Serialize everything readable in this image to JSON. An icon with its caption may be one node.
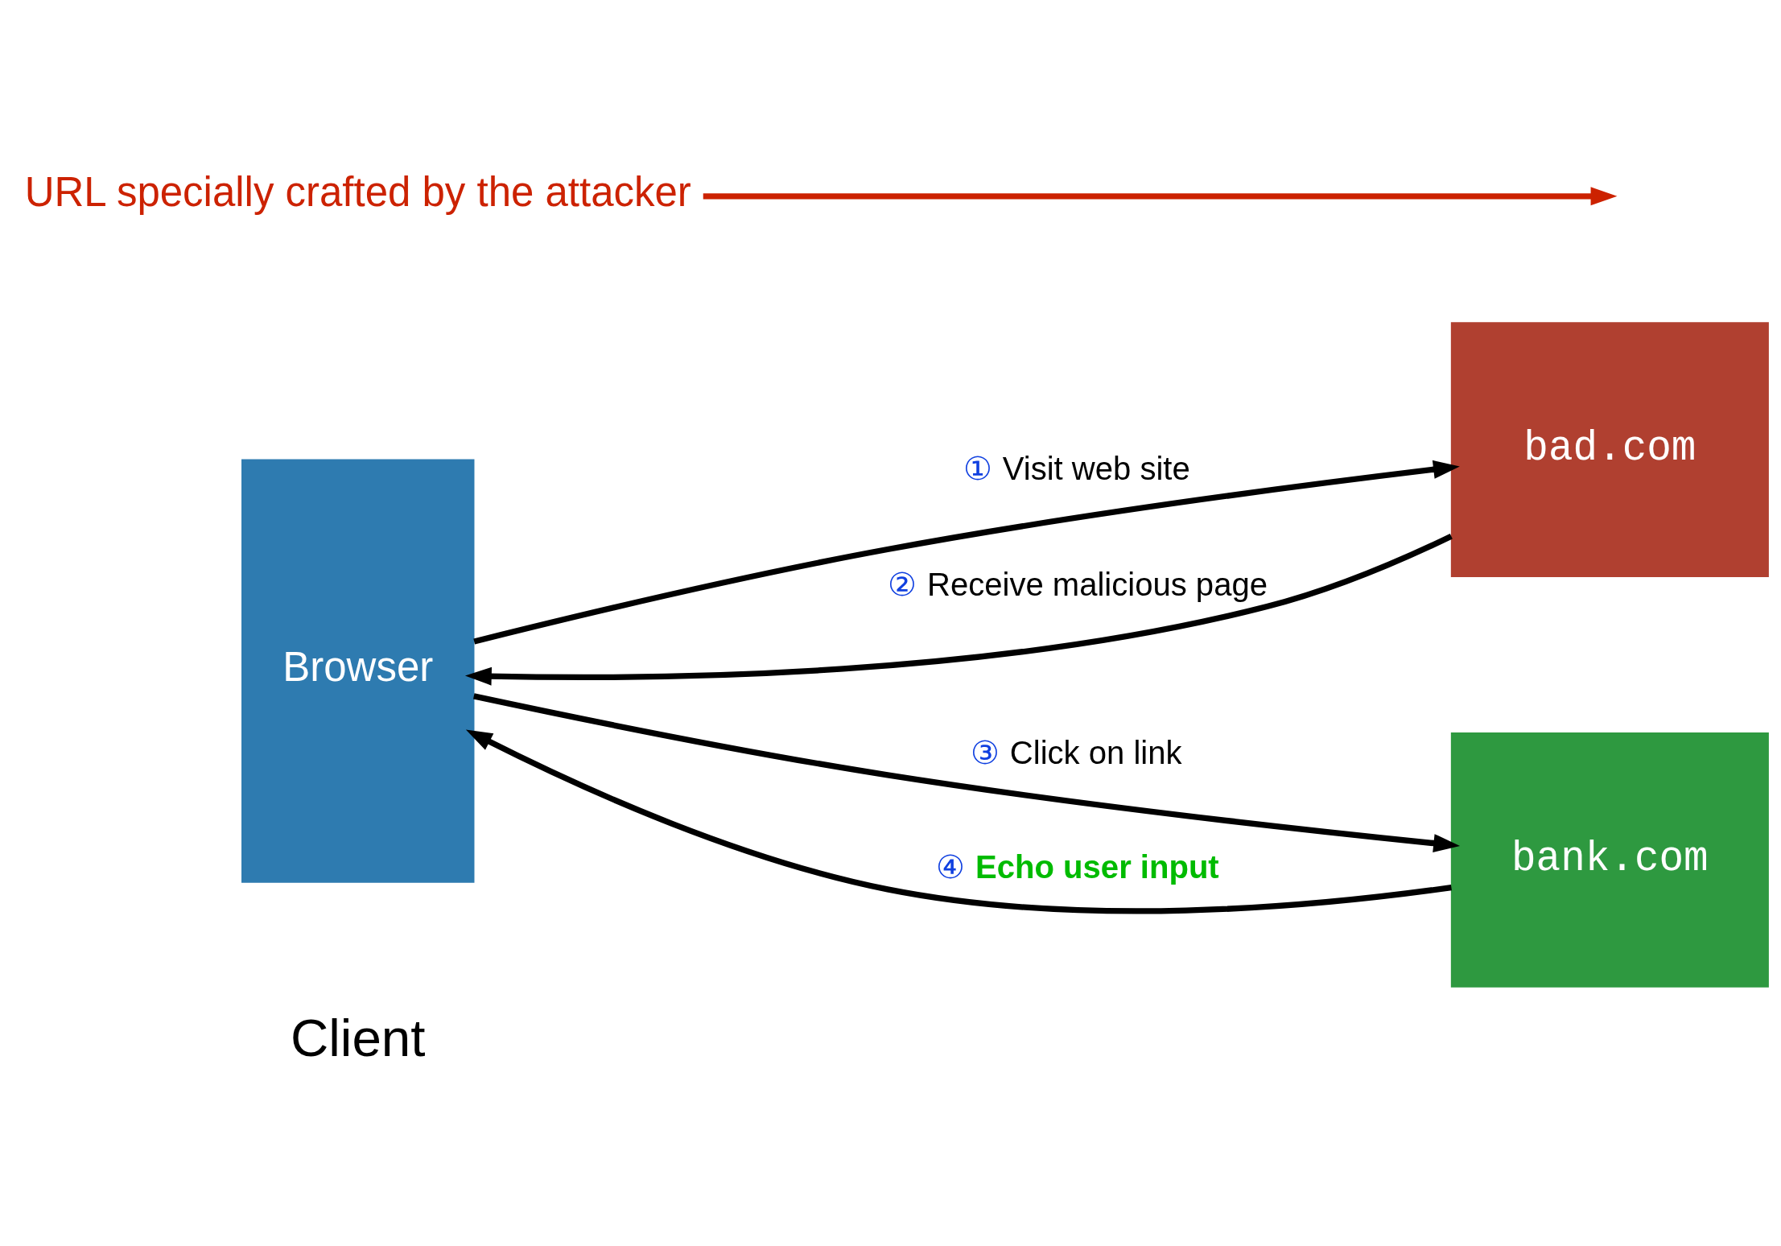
{
  "diagram": {
    "nodes": [
      {
        "text": [
          "Browser"
        ],
        "beside": [
          "Client"
        ]
      },
      {
        "text": [
          "bad.com"
        ]
      },
      {
        "text": [
          "bank.com"
        ]
      },
      {
        "text": [
          "URL specially crafted by the attacker"
        ]
      }
    ],
    "edges": [
      {
        "from": 0,
        "to": 1,
        "arrow": "to",
        "label": "① Visit web site"
      },
      {
        "from": 1,
        "to": 0,
        "arrow": "to",
        "label": "② Receive malicious page"
      },
      {
        "from": 0,
        "to": 2,
        "arrow": "to",
        "label": "③ Click on link"
      },
      {
        "from": 2,
        "to": 0,
        "arrow": "to",
        "label": "④ Echo user input"
      },
      {
        "from": 3,
        "to": null,
        "arrow": "to",
        "color": "#cc2200"
      }
    ]
  }
}
